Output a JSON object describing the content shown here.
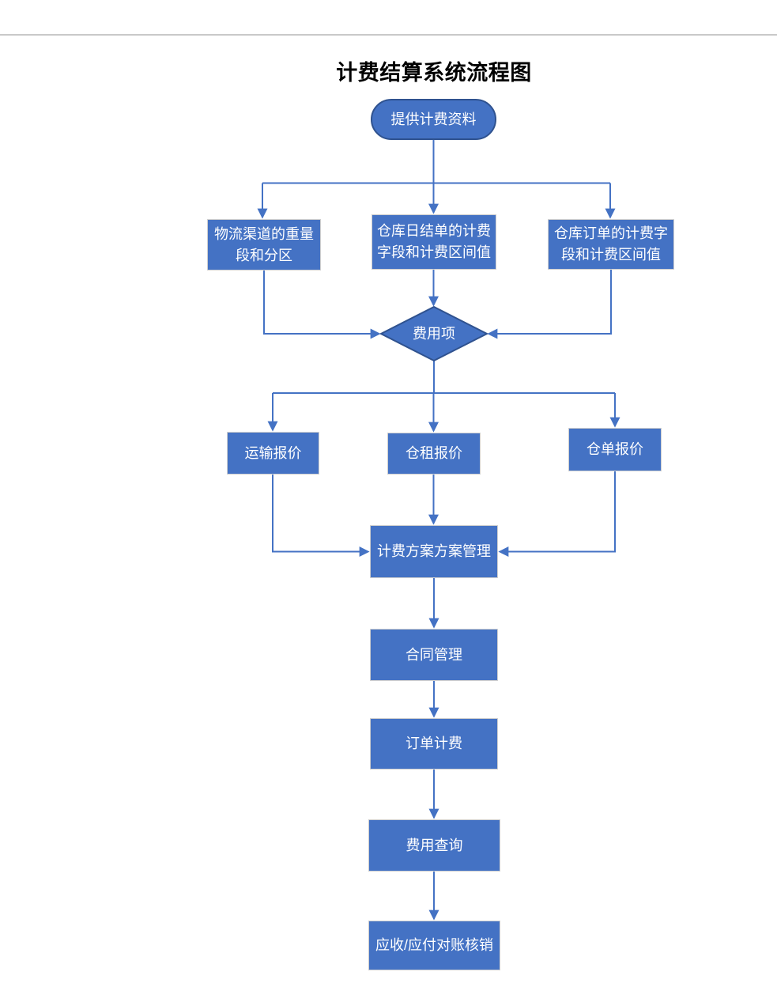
{
  "page": {
    "title": "计费结算系统流程图"
  },
  "theme": {
    "node_fill": "#4472C4",
    "node_border_dark": "#2F528F",
    "rect_border_light": "#CFCFCF",
    "connector_color": "#4472C4",
    "node_text_color": "#FFFFFF",
    "title_color": "#000000",
    "separator_color": "#C9C9C9",
    "background": "#FFFFFF"
  },
  "nodes": {
    "start": {
      "label": "提供计费资料",
      "shape": "stadium"
    },
    "logistics_weight": {
      "label": "物流渠道的重量段和分区",
      "shape": "rect"
    },
    "warehouse_daily": {
      "label": "仓库日结单的计费字段和计费区间值",
      "shape": "rect"
    },
    "warehouse_order": {
      "label": "仓库订单的计费字段和计费区间值",
      "shape": "rect"
    },
    "fee_item": {
      "label": "费用项",
      "shape": "diamond"
    },
    "transport_quote": {
      "label": "运输报价",
      "shape": "rect"
    },
    "storage_quote": {
      "label": "仓租报价",
      "shape": "rect"
    },
    "receipt_quote": {
      "label": "仓单报价",
      "shape": "rect"
    },
    "billing_plan_mgmt": {
      "label": "计费方案方案管理",
      "shape": "rect"
    },
    "contract_mgmt": {
      "label": "合同管理",
      "shape": "rect"
    },
    "order_billing": {
      "label": "订单计费",
      "shape": "rect"
    },
    "fee_query": {
      "label": "费用查询",
      "shape": "rect"
    },
    "reconciliation": {
      "label": "应收/应付对账核销",
      "shape": "rect"
    }
  },
  "edges": [
    {
      "from": "start",
      "to": "logistics_weight"
    },
    {
      "from": "start",
      "to": "warehouse_daily"
    },
    {
      "from": "start",
      "to": "warehouse_order"
    },
    {
      "from": "logistics_weight",
      "to": "fee_item"
    },
    {
      "from": "warehouse_daily",
      "to": "fee_item"
    },
    {
      "from": "warehouse_order",
      "to": "fee_item"
    },
    {
      "from": "fee_item",
      "to": "transport_quote"
    },
    {
      "from": "fee_item",
      "to": "storage_quote"
    },
    {
      "from": "fee_item",
      "to": "receipt_quote"
    },
    {
      "from": "transport_quote",
      "to": "billing_plan_mgmt"
    },
    {
      "from": "storage_quote",
      "to": "billing_plan_mgmt"
    },
    {
      "from": "receipt_quote",
      "to": "billing_plan_mgmt"
    },
    {
      "from": "billing_plan_mgmt",
      "to": "contract_mgmt"
    },
    {
      "from": "contract_mgmt",
      "to": "order_billing"
    },
    {
      "from": "order_billing",
      "to": "fee_query"
    },
    {
      "from": "fee_query",
      "to": "reconciliation"
    }
  ]
}
